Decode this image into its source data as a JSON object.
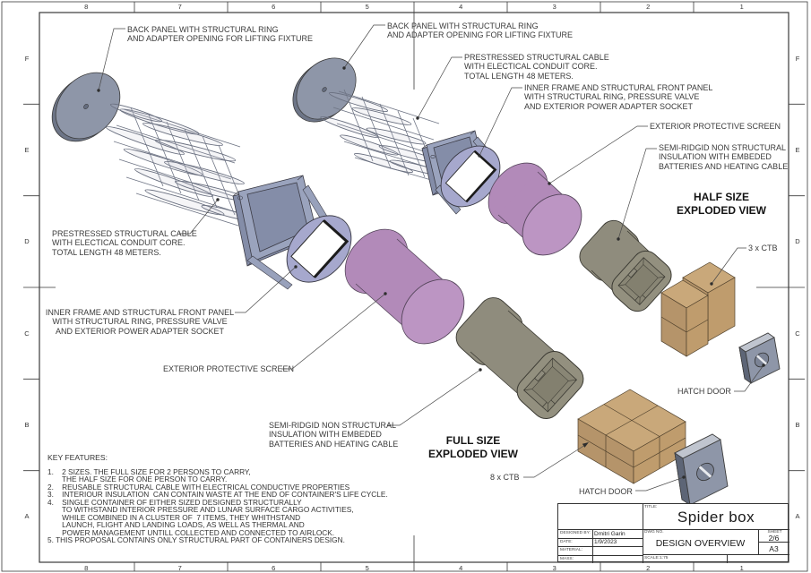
{
  "sheet": {
    "zones_top": [
      "8",
      "7",
      "6",
      "5",
      "4",
      "3",
      "2",
      "1"
    ],
    "zones_bottom": [
      "8",
      "7",
      "6",
      "5",
      "4",
      "3",
      "2",
      "1"
    ],
    "zones_left": [
      "F",
      "E",
      "D",
      "C",
      "B",
      "A"
    ],
    "zones_right": [
      "F",
      "E",
      "D",
      "C",
      "B",
      "A"
    ]
  },
  "views": {
    "half": {
      "line1": "HALF SIZE",
      "line2": "EXPLODED VIEW"
    },
    "full": {
      "line1": "FULL SIZE",
      "line2": "EXPLODED VIEW"
    }
  },
  "callouts": {
    "back_panel_full": {
      "lines": [
        "BACK PANEL WITH STRUCTURAL RING",
        "AND ADAPTER OPENING FOR LIFTING FIXTURE"
      ]
    },
    "back_panel_half": {
      "lines": [
        "BACK PANEL WITH STRUCTURAL RING",
        "AND ADAPTER OPENING FOR LIFTING FIXTURE"
      ]
    },
    "cable_half": {
      "lines": [
        "PRESTRESSED STRUCTURAL CABLE",
        "WITH ELECTICAL CONDUIT CORE.",
        "TOTAL LENGTH 48 METERS."
      ]
    },
    "cable_full": {
      "lines": [
        "PRESTRESSED STRUCTURAL CABLE",
        "WITH ELECTICAL CONDUIT CORE.",
        "TOTAL LENGTH 48 METERS."
      ]
    },
    "inner_frame_half": {
      "lines": [
        "INNER FRAME AND STRUCTURAL FRONT PANEL",
        "WITH STRUCTURAL RING, PRESSURE VALVE",
        "AND EXTERIOR POWER ADAPTER SOCKET"
      ]
    },
    "inner_frame_full": {
      "lines": [
        "INNER FRAME AND STRUCTURAL FRONT PANEL",
        "WITH STRUCTURAL RING, PRESSURE VALVE",
        "AND EXTERIOR POWER ADAPTER SOCKET"
      ]
    },
    "screen_half": {
      "text": "EXTERIOR PROTECTIVE SCREEN"
    },
    "screen_full": {
      "text": "EXTERIOR PROTECTIVE SCREEN"
    },
    "insulation_half": {
      "lines": [
        "SEMI-RIDGID NON STRUCTURAL",
        "INSULATION WITH EMBEDED",
        "BATTERIES AND HEATING CABLE"
      ]
    },
    "insulation_full": {
      "lines": [
        "SEMI-RIDGID NON STRUCTURAL",
        "INSULATION WITH EMBEDED",
        "BATTERIES AND HEATING CABLE"
      ]
    },
    "ctb_half": {
      "text": "3 x CTB"
    },
    "ctb_full": {
      "text": "8 x CTB"
    },
    "hatch_half": {
      "text": "HATCH DOOR"
    },
    "hatch_full": {
      "text": "HATCH DOOR"
    }
  },
  "key_features": {
    "heading": "KEY FEATURES:",
    "lines": [
      "1.    2 SIZES. THE FULL SIZE FOR 2 PERSONS TO CARRY,",
      "       THE HALF SIZE FO​R ONE PERSON TO CARRY.",
      "2.    REUSABLE STRUCTURAL CABLE WITH ELECTRICAL CONDUCTIVE PROPERTIES",
      "3.    INTERIOUR INSULATION  CAN CONTAIN WASTE AT THE END OF CONTAINER'S LIFE CYCLE.",
      "4.    SINGLE CONTAINER OF EITHER SIZED DESIGNED STRUCTURALLY",
      "       TO WITHSTAND INTERIOR PRESSURE AND LUNAR SURFACE CARGO ACTIVITIES,",
      "       WHILE COMBINED IN A CLUSTER OF  7 ITEMS, THEY WHITHSTAND",
      "       LAUNCH, FLIGHT AND LANDING LOADS, AS WELL AS THERMAL AND",
      "       POWER MANAGEMENT UNTILL COLLECTED AND CONNECTED TO AIRLOCK.",
      "5. THIS PROPOSAL CONTAINS ONLY STRUCTURAL PART OF CONTAINERS DESIGN."
    ]
  },
  "title_block": {
    "title_label": "TITLE:",
    "title": "Spider box",
    "designed_by_label": "DESIGNED BY:",
    "designed_by": "Dmitri Garin",
    "date_label": "DATE:",
    "date": "1/9/2023",
    "material_label": "MATERIAL:",
    "material": "",
    "mass_label": "MASS:",
    "mass": "",
    "dwg_no_label": "DWG NO.",
    "dwg_no": "DESIGN OVERVIEW",
    "sheet_label": "SHEET",
    "sheet_value": "2/6",
    "size": "A3",
    "scale": "SCALE:1:75"
  },
  "palette": {
    "sheet_line": "#3a3a3a",
    "text": "#3b3b3b",
    "panel_gray": "#8e96a8",
    "panel_rim": "#6d7587",
    "frame_lavender": "#9aa3bd",
    "ring_lavender": "#a6a8cd",
    "screen_purple": "#b28ab9",
    "screen_purple_cap": "#bc95c3",
    "insulation_olive": "#8f8c7d",
    "insulation_face": "#93907f",
    "box_tan_top": "#c9a87a",
    "box_tan_left": "#b5946a",
    "box_tan_right": "#bf9c6d",
    "door_gray": "#8e96a8",
    "door_edge_light": "#c0c5cf",
    "door_edge_dark": "#5d6576",
    "cable_gray": "#6f7585"
  }
}
